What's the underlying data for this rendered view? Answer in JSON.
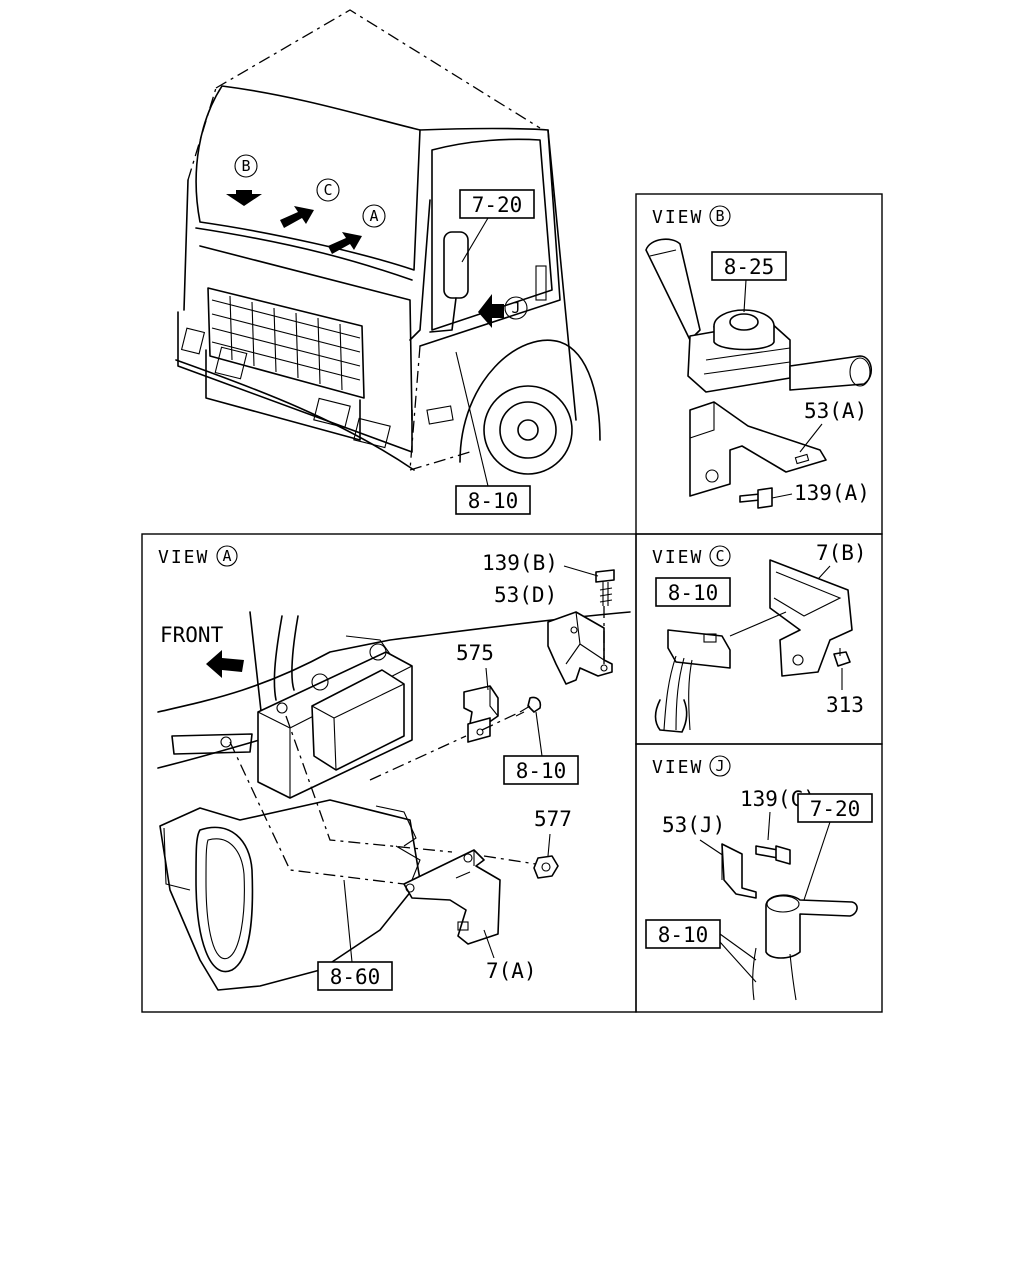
{
  "views": {
    "b": {
      "title": "VIEW",
      "letter": "B"
    },
    "c": {
      "title": "VIEW",
      "letter": "C"
    },
    "a": {
      "title": "VIEW",
      "letter": "A"
    },
    "j": {
      "title": "VIEW",
      "letter": "J"
    }
  },
  "truck": {
    "markers": {
      "b": "B",
      "c": "C",
      "a": "A",
      "j": "J"
    },
    "ref_mirror": "7-20",
    "ref_harness": "8-10"
  },
  "view_b": {
    "ref_switch": "8-25",
    "part_bracket": "53(A)",
    "part_bolt": "139(A)"
  },
  "view_a": {
    "front_label": "FRONT",
    "part_bolt": "139(B)",
    "part_bracket_d": "53(D)",
    "part_575": "575",
    "ref_harness": "8-10",
    "part_577": "577",
    "ref_ecu": "8-60",
    "part_bracket_a": "7(A)"
  },
  "view_c": {
    "part_bracket": "7(B)",
    "ref_harness": "8-10",
    "part_313": "313"
  },
  "view_j": {
    "part_bolt": "139(C)",
    "ref_mirror": "7-20",
    "part_bracket": "53(J)",
    "ref_harness": "8-10"
  }
}
